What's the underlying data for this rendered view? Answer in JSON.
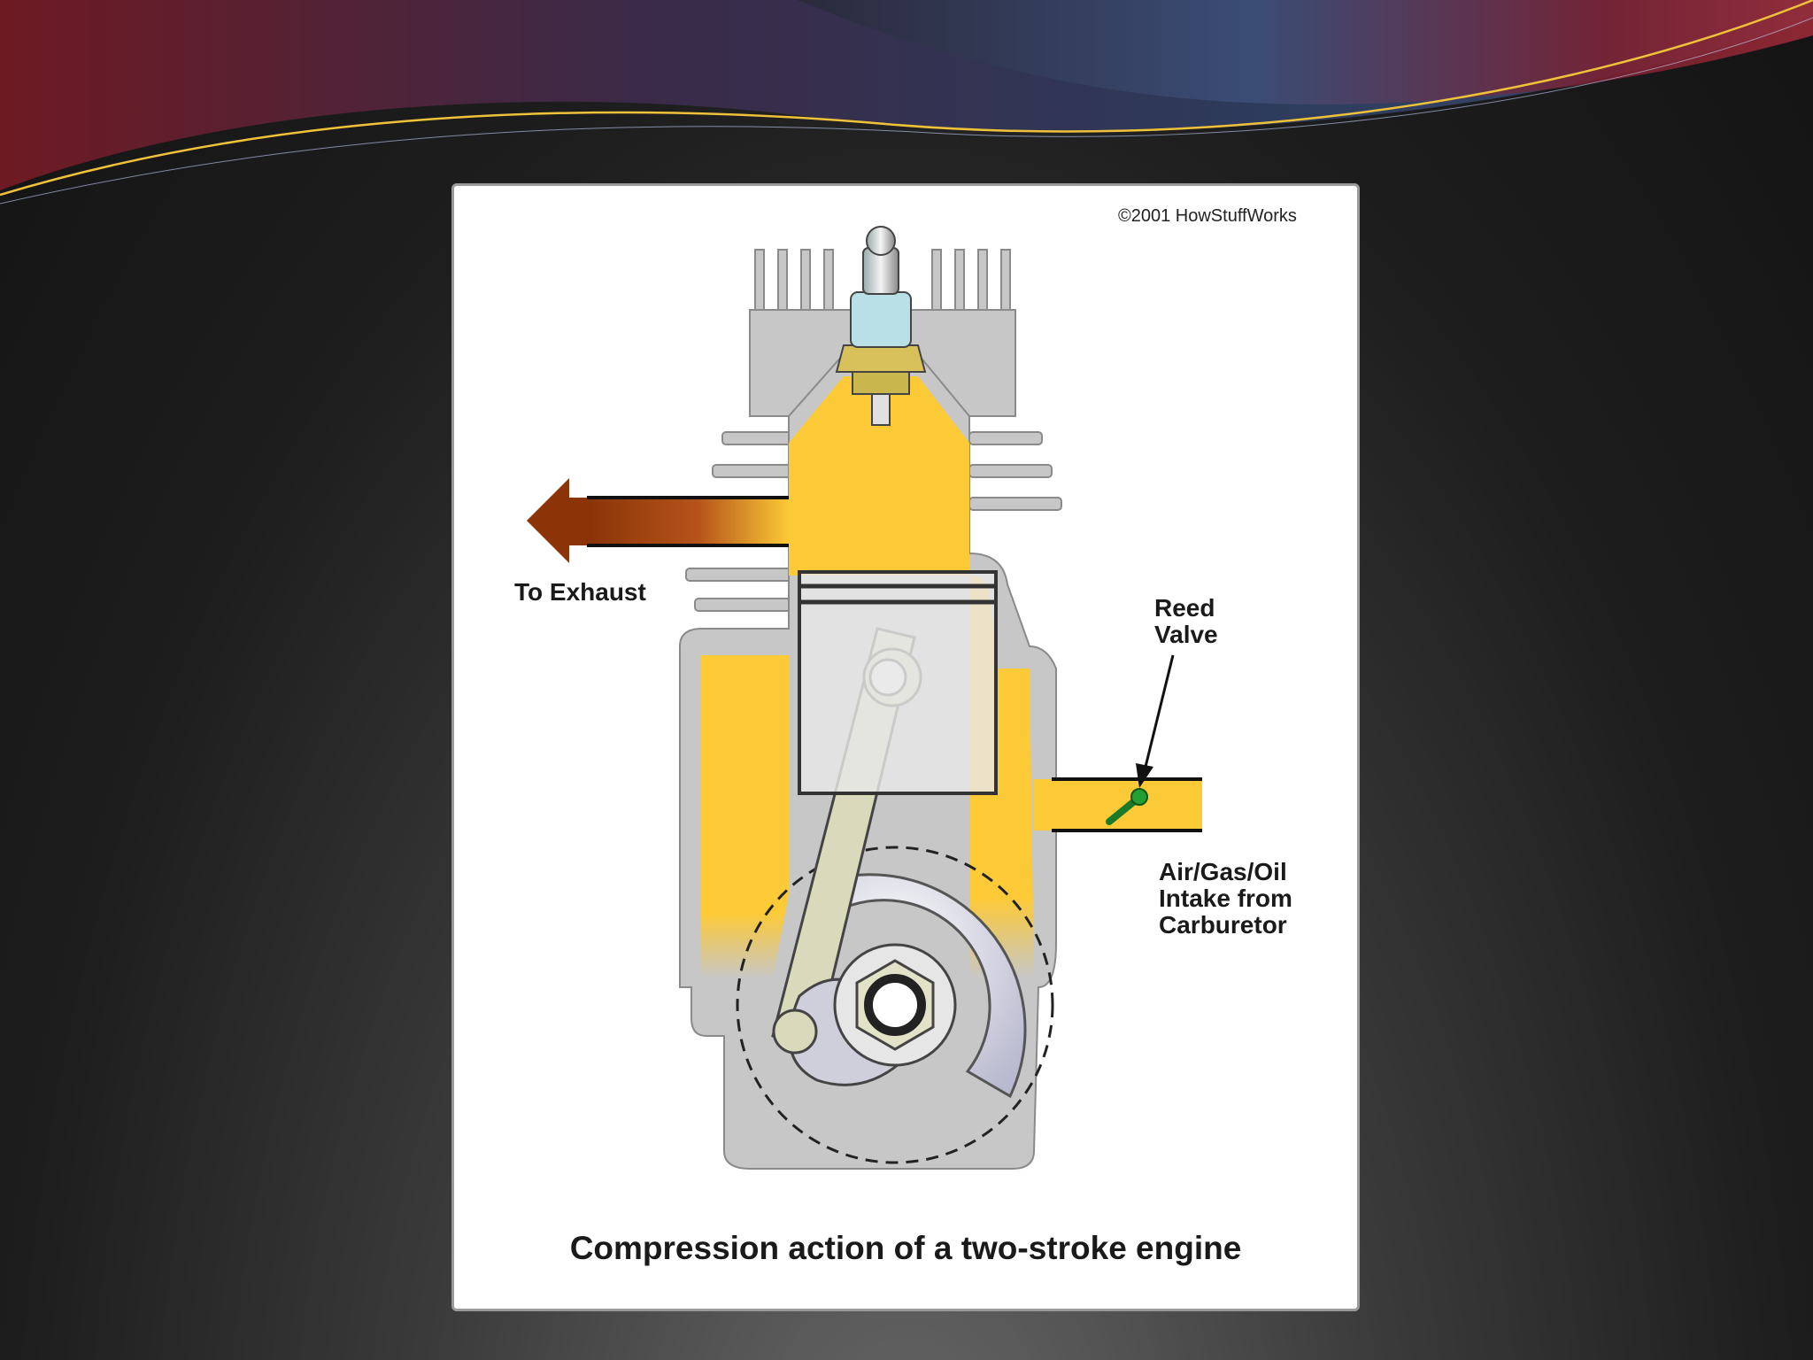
{
  "diagram": {
    "copyright": "©2001 HowStuffWorks",
    "labels": {
      "exhaust": "To Exhaust",
      "reed_valve": "Reed\nValve",
      "intake": "Air/Gas/Oil\nIntake from\nCarburetor"
    },
    "caption": "Compression action of a two-stroke engine"
  },
  "colors": {
    "fuel_mixture": "#fcc937",
    "engine_metal": "#c7c7c7",
    "exhaust_arrow": "#8a3408",
    "reed_valve": "#22a033",
    "banner_red": "#7a1a22",
    "banner_blue": "#2d3b5c"
  }
}
